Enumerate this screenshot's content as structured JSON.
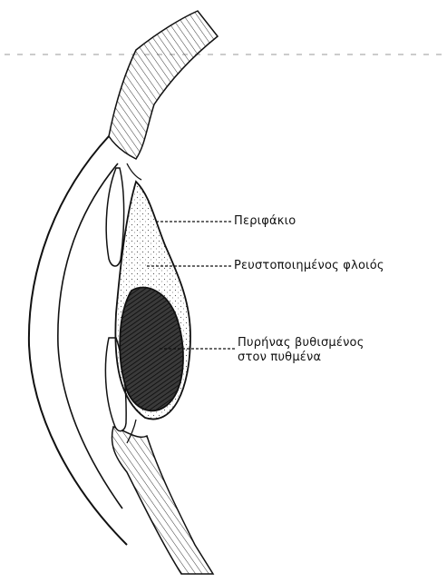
{
  "labels": {
    "capsule": "Περιφάκιο",
    "cortex": "Ρευστοποιημένος φλοιός",
    "nucleus_line1": "Πυρήνας βυθισμένος",
    "nucleus_line2": "στον πυθμένα"
  }
}
